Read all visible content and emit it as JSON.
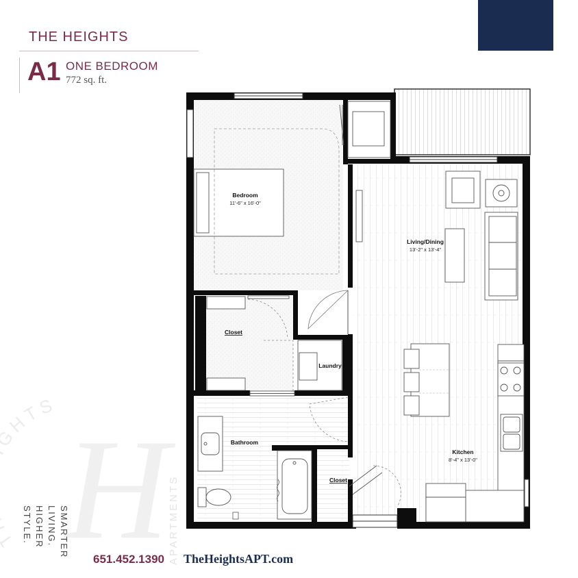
{
  "header": {
    "brand": "THE HEIGHTS",
    "unit_code": "A1",
    "unit_name": "ONE BEDROOM",
    "area": "772 sq. ft."
  },
  "rooms": {
    "bedroom": {
      "label": "Bedroom",
      "dims": "11'-6\" x 16'-0\""
    },
    "living": {
      "label": "Living/Dining",
      "dims": "13'-2\" x 13'-4\""
    },
    "closet1": {
      "label": "Closet"
    },
    "laundry": {
      "label": "Laundry"
    },
    "bathroom": {
      "label": "Bathroom"
    },
    "closet2": {
      "label": "Closet"
    },
    "kitchen": {
      "label": "Kitchen",
      "dims": "8'-4\" x 13'-0\""
    }
  },
  "footer": {
    "phone": "651.452.1390",
    "website": "TheHeightsAPT.com",
    "slogan_lines": [
      "SMARTER",
      "LIVING.",
      "HIGHER",
      "STYLE."
    ]
  },
  "watermark": {
    "arc_text": "THE HEIGHTS",
    "side_text": "APARTMENTS",
    "monogram": "H"
  },
  "colors": {
    "brand": "#7a2c46",
    "navy": "#1a2d50",
    "wall": "#0d0d0d"
  }
}
